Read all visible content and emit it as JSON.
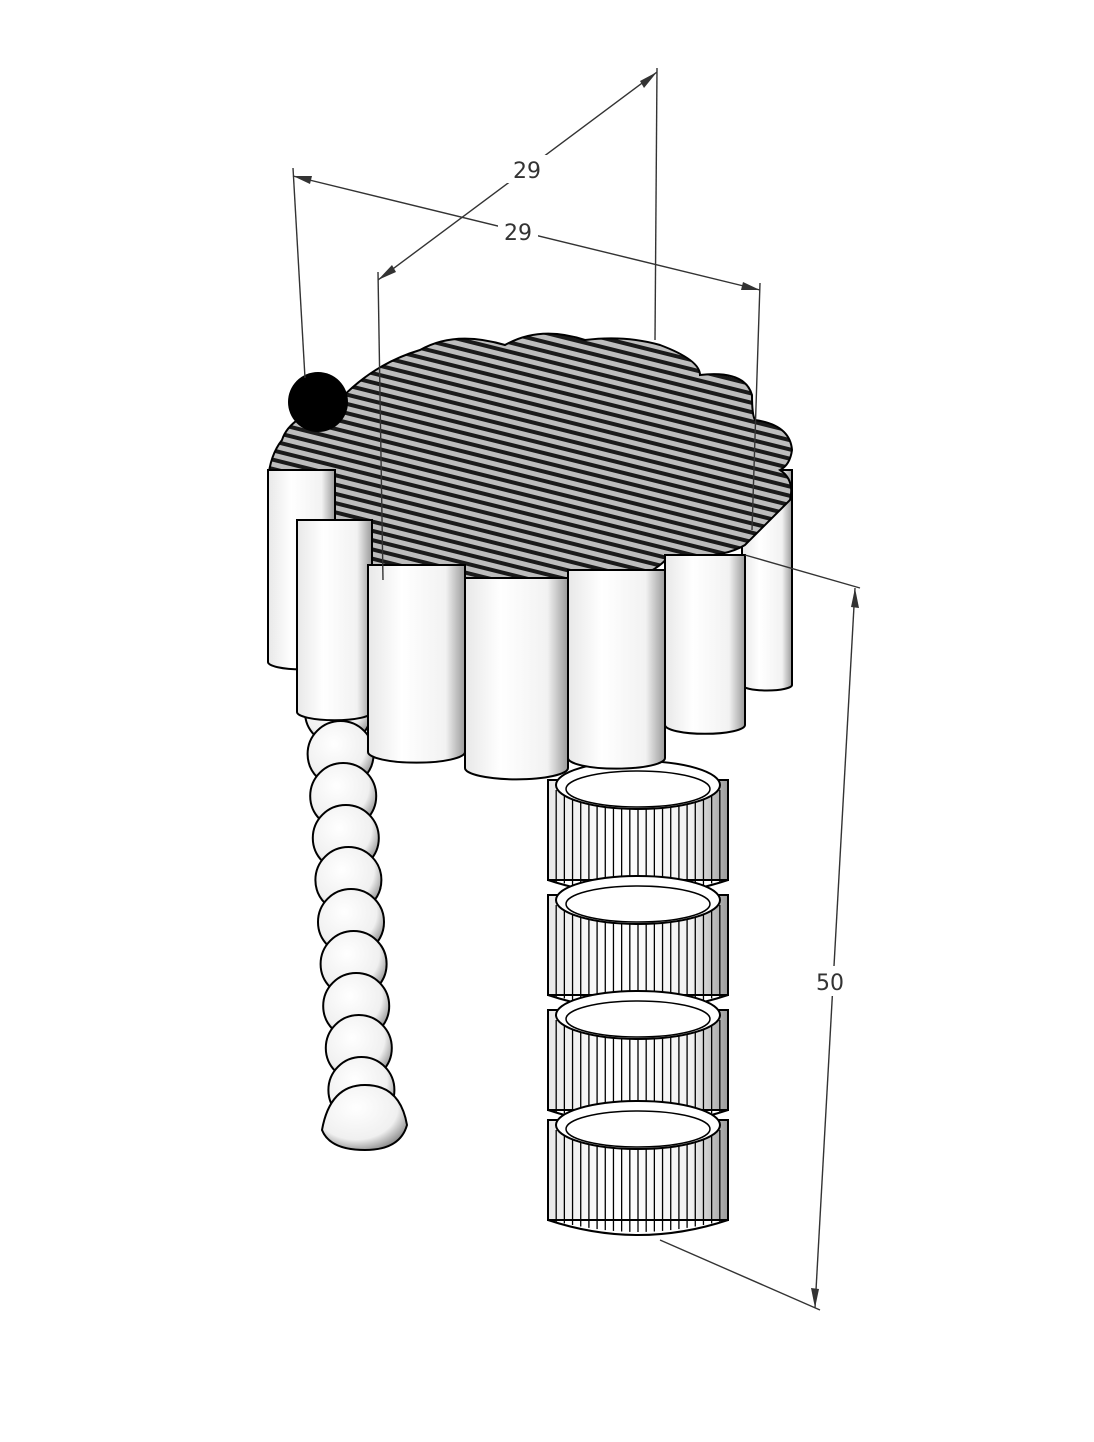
{
  "dimensions": {
    "depth_label": "29",
    "width_label": "29",
    "height_label": "50"
  },
  "colors": {
    "line": "#333333",
    "marker": "#000000",
    "surface": "#ffffff"
  }
}
